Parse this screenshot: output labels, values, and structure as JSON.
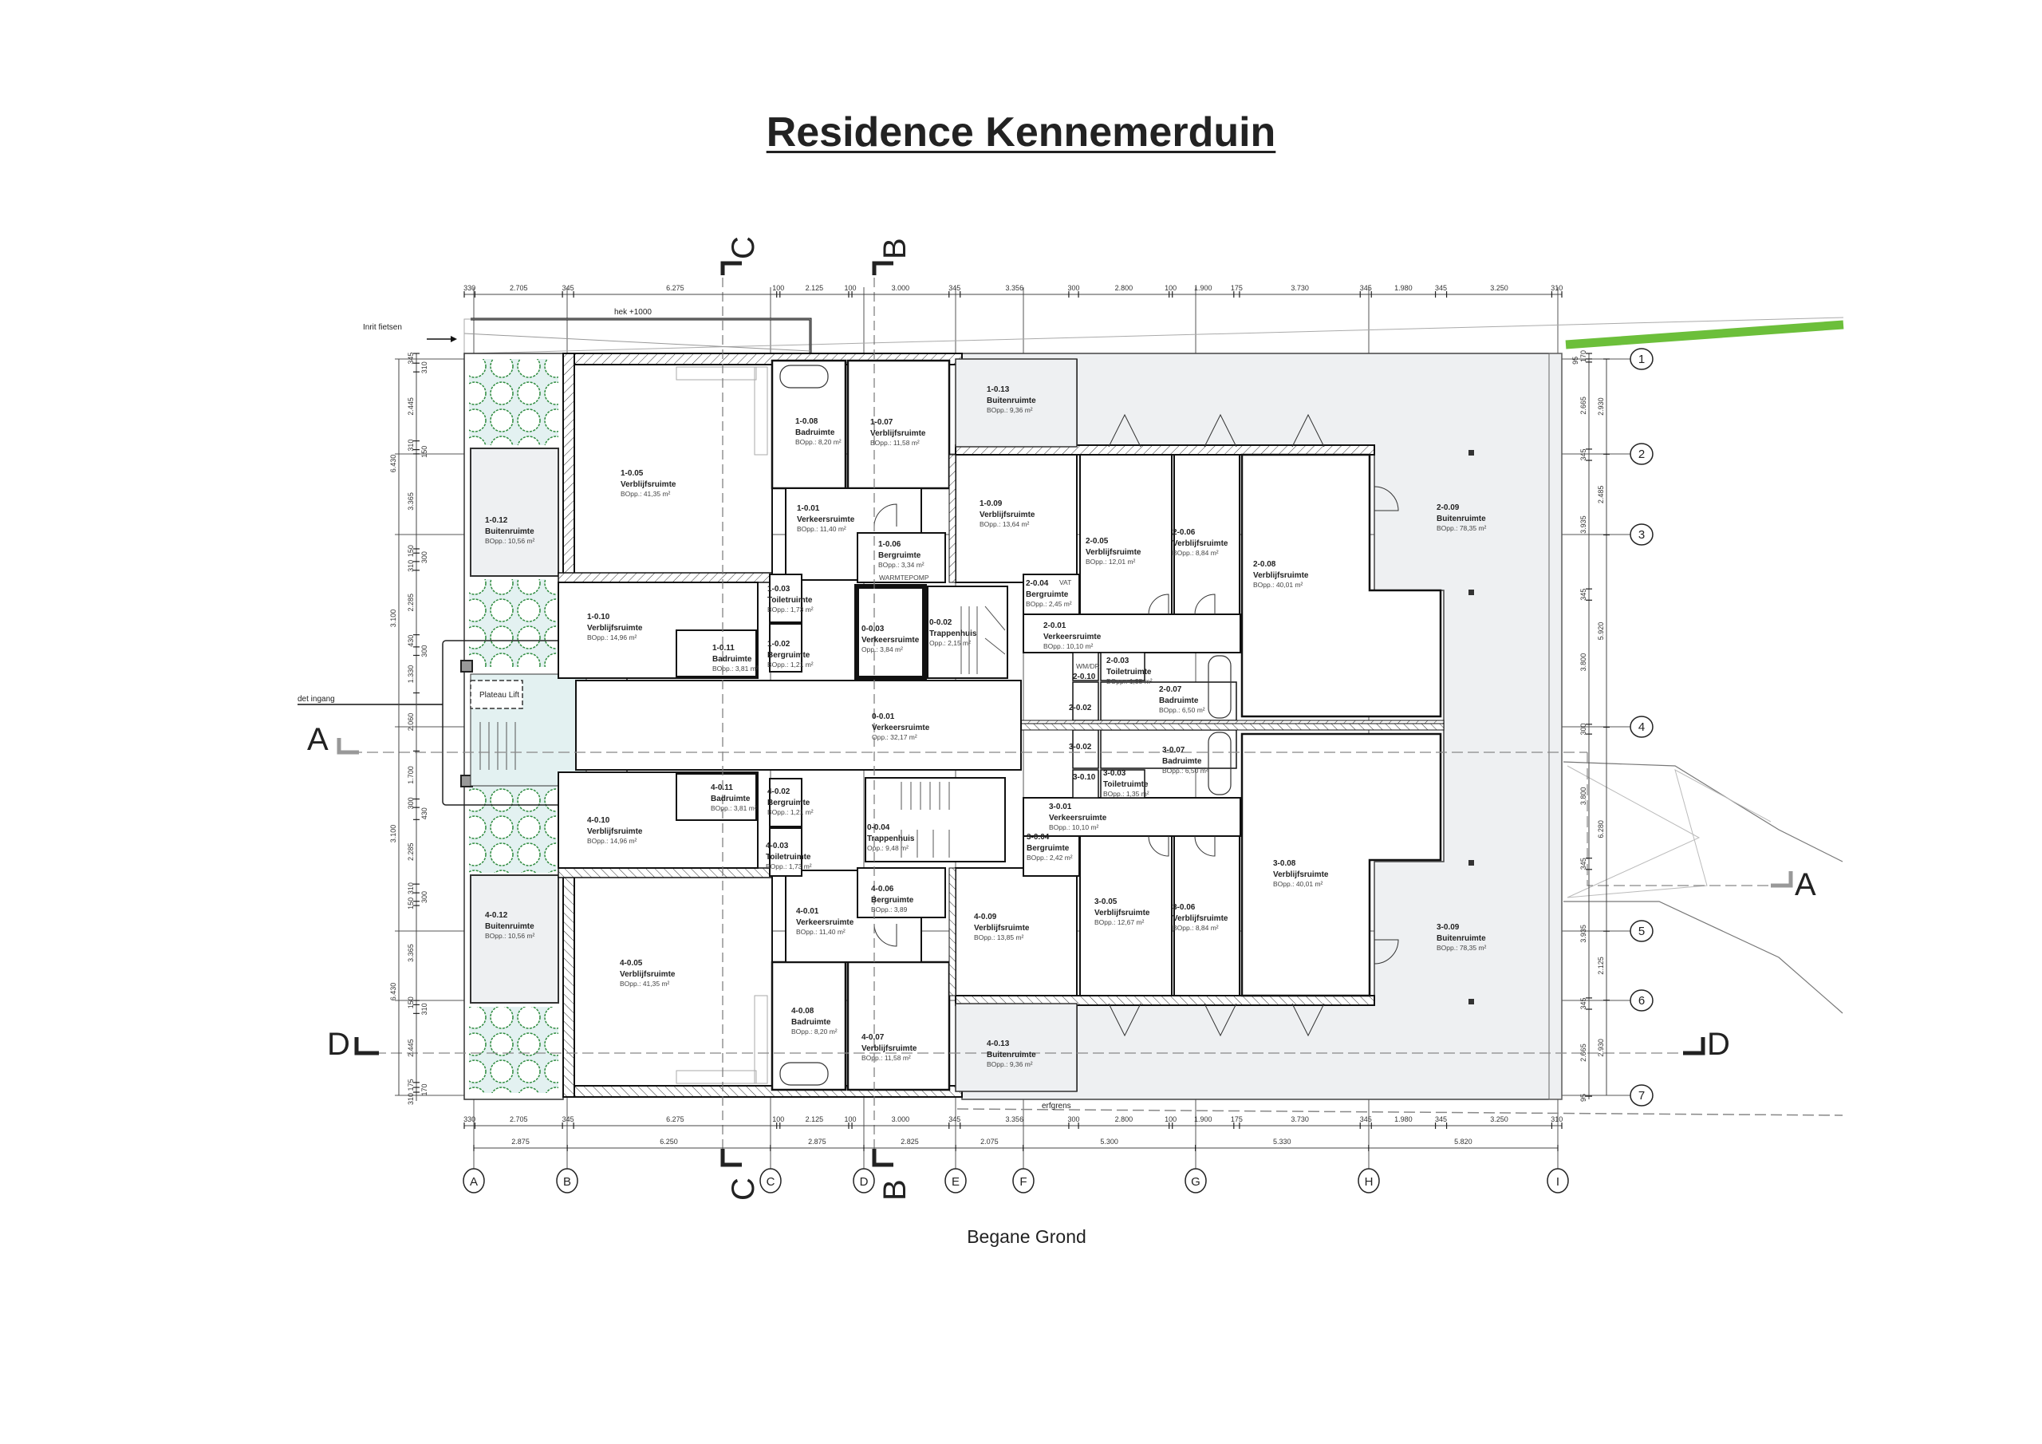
{
  "title": "Residence Kennemerduin",
  "subtitle": "Begane Grond",
  "annotations": {
    "hek": "hek +1000",
    "inrit": "Inrit fietsen",
    "det_ingang": "det ingang",
    "plateau_lift": "Plateau Lift",
    "erfgrens": "erfgrens"
  },
  "equipment_labels": {
    "heat_pump": "WARMTEPOMP",
    "vat": "VAT",
    "washer": "WM/DR"
  },
  "grid": {
    "columns": [
      "A",
      "B",
      "C",
      "D",
      "E",
      "F",
      "G",
      "H",
      "I"
    ],
    "rows": [
      "1",
      "2",
      "3",
      "4",
      "5",
      "6",
      "7"
    ]
  },
  "sections": {
    "a": "A",
    "b": "B",
    "c": "C",
    "d": "D"
  },
  "dimensions": {
    "top": [
      "330",
      "2.705",
      "345",
      "6.275",
      "100",
      "2.125",
      "100",
      "3.000",
      "345",
      "3.356",
      "300",
      "2.800",
      "100",
      "1.900",
      "175",
      "3.730",
      "345",
      "1.980",
      "345",
      "3.250",
      "310"
    ],
    "bottom": [
      "330",
      "2.705",
      "345",
      "6.275",
      "100",
      "2.125",
      "100",
      "3.000",
      "345",
      "3.356",
      "300",
      "2.800",
      "100",
      "1.900",
      "175",
      "3.730",
      "345",
      "1.980",
      "345",
      "3.250",
      "310"
    ],
    "axis_x": [
      "2.875",
      "6.250",
      "2.875",
      "2.825",
      "2.075",
      "5.300",
      "5.330",
      "5.820"
    ],
    "right_outer": [
      "170",
      "95",
      "2.665",
      "345",
      "3.935",
      "345",
      "3.800",
      "300",
      "3.800",
      "345",
      "3.935",
      "345",
      "2.665",
      "95"
    ],
    "right_axis": [
      "2.930",
      "2.485",
      "5.920",
      "6.280",
      "2.125",
      "2.930"
    ],
    "left_inner": [
      "345",
      "310",
      "2.445",
      "310",
      "150",
      "3.365",
      "150",
      "300",
      "310",
      "2.285",
      "430",
      "300",
      "1.330",
      "2.060",
      "1.700",
      "300",
      "430",
      "2.285",
      "310",
      "300",
      "150",
      "3.365",
      "150",
      "310",
      "2.445",
      "175",
      "170",
      "310"
    ],
    "left_outer": [
      "6.430",
      "3.100",
      "3.100",
      "6.430"
    ]
  },
  "rooms": [
    {
      "id": "1-0.05",
      "name": "Verblijfsruimte",
      "area": "BOpp.:  41,35 m²"
    },
    {
      "id": "1-0.12",
      "name": "Buitenruimte",
      "area": "BOpp.: 10,56 m²"
    },
    {
      "id": "1-0.08",
      "name": "Badruimte",
      "area": "BOpp.: 8,20 m²"
    },
    {
      "id": "1-0.07",
      "name": "Verblijfsruimte",
      "area": "BOpp.:  11,58 m²"
    },
    {
      "id": "1-0.13",
      "name": "Buitenruimte",
      "area": "BOpp.:  9,36 m²"
    },
    {
      "id": "1-0.01",
      "name": "Verkeersruimte",
      "area": "BOpp.:  11,40 m²"
    },
    {
      "id": "1-0.09",
      "name": "Verblijfsruimte",
      "area": "BOpp.:  13,64 m²"
    },
    {
      "id": "1-0.06",
      "name": "Bergruimte",
      "area": "BOpp.: 3,34 m²"
    },
    {
      "id": "1-0.03",
      "name": "Toiletruimte",
      "area": "BOpp.: 1,73 m²"
    },
    {
      "id": "1-0.10",
      "name": "Verblijfsruimte",
      "area": "BOpp.:  14,96 m²"
    },
    {
      "id": "1-0.11",
      "name": "Badruimte",
      "area": "BOpp.: 3,81 m²"
    },
    {
      "id": "1-0.02",
      "name": "Bergruimte",
      "area": "BOpp.: 1,21 m²"
    },
    {
      "id": "0-0.03",
      "name": "Verkeersruimte",
      "area": "Opp.:  3,84 m²"
    },
    {
      "id": "0-0.02",
      "name": "Trappenhuis",
      "area": "Opp.:  2,15 m²"
    },
    {
      "id": "0-0.01",
      "name": "Verkeersruimte",
      "area": "Opp.:  32,17 m²"
    },
    {
      "id": "0-0.04",
      "name": "Trappenhuis",
      "area": "Opp.:  9,48 m²"
    },
    {
      "id": "2-0.09",
      "name": "Buitenruimte",
      "area": "BOpp.: 78,35 m²"
    },
    {
      "id": "2-0.05",
      "name": "Verblijfsruimte",
      "area": "BOpp.:  12,01 m²"
    },
    {
      "id": "2-0.06",
      "name": "Verblijfsruimte",
      "area": "BOpp.:  8,84 m²"
    },
    {
      "id": "2-0.08",
      "name": "Verblijfsruimte",
      "area": "BOpp.:  40,01 m²"
    },
    {
      "id": "2-0.04",
      "name": "Bergruimte",
      "area": "BOpp.: 2,45 m²"
    },
    {
      "id": "2-0.01",
      "name": "Verkeersruimte",
      "area": "BOpp.:  10,10 m²"
    },
    {
      "id": "2-0.03",
      "name": "Toiletruimte",
      "area": "BOpp.: 1,35 m²"
    },
    {
      "id": "2-0.10",
      "name": "",
      "area": ""
    },
    {
      "id": "2-0.02",
      "name": "",
      "area": ""
    },
    {
      "id": "2-0.07",
      "name": "Badruimte",
      "area": "BOpp.: 6,50 m²"
    },
    {
      "id": "3-0.02",
      "name": "",
      "area": ""
    },
    {
      "id": "3-0.07",
      "name": "Badruimte",
      "area": "BOpp.: 6,50 m²"
    },
    {
      "id": "3-0.10",
      "name": "",
      "area": ""
    },
    {
      "id": "3-0.03",
      "name": "Toiletruimte",
      "area": "BOpp.: 1,35 m²"
    },
    {
      "id": "3-0.01",
      "name": "Verkeersruimte",
      "area": "BOpp.:  10,10 m²"
    },
    {
      "id": "3-0.04",
      "name": "Bergruimte",
      "area": "BOpp.: 2,42 m²"
    },
    {
      "id": "3-0.08",
      "name": "Verblijfsruimte",
      "area": "BOpp.:  40,01 m²"
    },
    {
      "id": "3-0.05",
      "name": "Verblijfsruimte",
      "area": "BOpp.:  12,67 m²"
    },
    {
      "id": "3-0.06",
      "name": "Verblijfsruimte",
      "area": "BOpp.:  8,84 m²"
    },
    {
      "id": "3-0.09",
      "name": "Buitenruimte",
      "area": "BOpp.: 78,35 m²"
    },
    {
      "id": "4-0.11",
      "name": "Badruimte",
      "area": "BOpp.: 3,81 m²"
    },
    {
      "id": "4-0.02",
      "name": "Bergruimte",
      "area": "BOpp.: 1,21 m²"
    },
    {
      "id": "4-0.10",
      "name": "Verblijfsruimte",
      "area": "BOpp.:  14,96 m²"
    },
    {
      "id": "4-0.03",
      "name": "Toiletruimte",
      "area": "BOpp.: 1,73 m²"
    },
    {
      "id": "4-0.06",
      "name": "Bergruimte",
      "area": "BOpp.: 3,89"
    },
    {
      "id": "4-0.01",
      "name": "Verkeersruimte",
      "area": "BOpp.:  11,40 m²"
    },
    {
      "id": "4-0.12",
      "name": "Buitenruimte",
      "area": "BOpp.: 10,56 m²"
    },
    {
      "id": "4-0.09",
      "name": "Verblijfsruimte",
      "area": "BOpp.:  13,85 m²"
    },
    {
      "id": "4-0.05",
      "name": "Verblijfsruimte",
      "area": "BOpp.:  41,35 m²"
    },
    {
      "id": "4-0.08",
      "name": "Badruimte",
      "area": "BOpp.: 8,20 m²"
    },
    {
      "id": "4-0.07",
      "name": "Verblijfsruimte",
      "area": "BOpp.:  11,58 m²"
    },
    {
      "id": "4-0.13",
      "name": "Buitenruimte",
      "area": "BOpp.:  9,36 m²"
    }
  ],
  "colors": {
    "wall": "#1a1a1a",
    "outdoor": "#eef0f2",
    "garden": "#e3f1f1",
    "tree": "#2e8b3e",
    "site_line": "#6cbf3a"
  }
}
